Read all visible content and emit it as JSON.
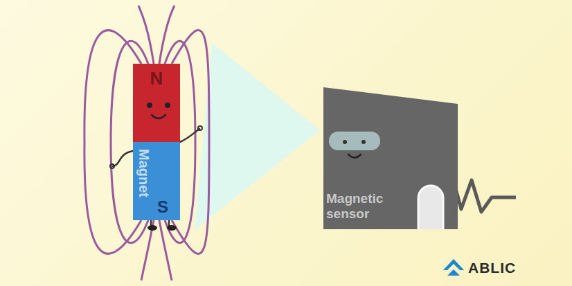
{
  "diagram": {
    "nodes": [
      {
        "text": [
          "N"
        ]
      },
      {
        "text": [
          "Magnet",
          "S"
        ]
      },
      {
        "text": [
          "Magnetic sensor"
        ]
      }
    ],
    "labels": [
      "ABLIC"
    ]
  }
}
